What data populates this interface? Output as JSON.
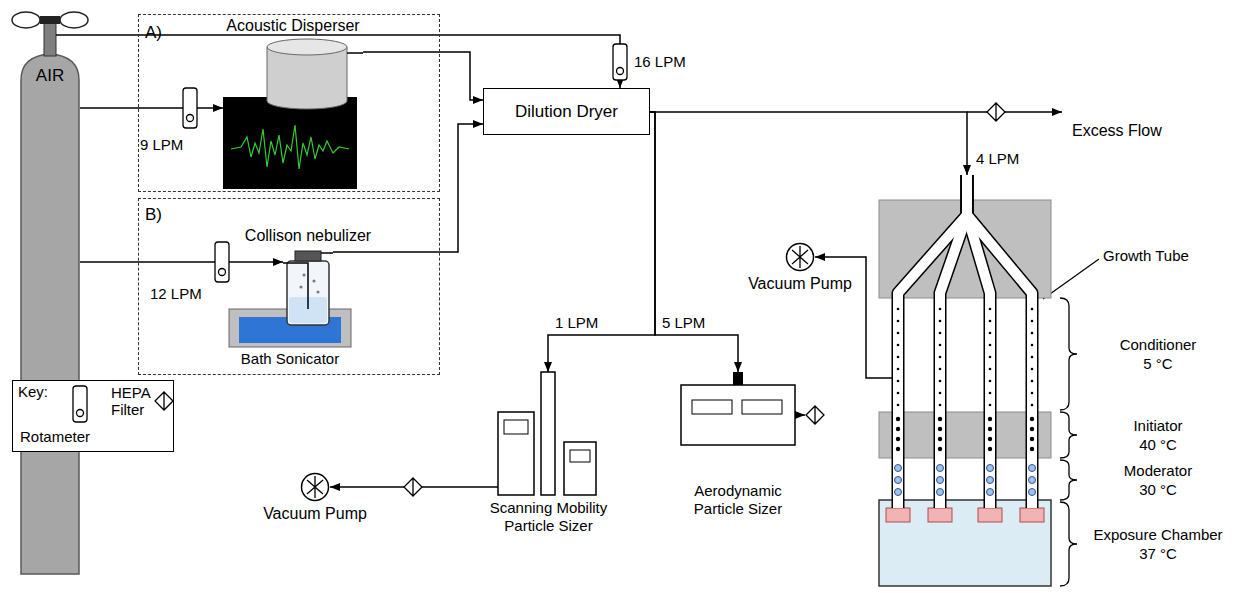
{
  "diagram": {
    "nodes": [
      {
        "text": [
          "AIR"
        ]
      },
      {
        "text": [
          "A)"
        ]
      },
      {
        "text": [
          "Acoustic Disperser"
        ],
        "in": 1
      },
      {
        "text": [
          "B)"
        ]
      },
      {
        "text": [
          "Collison nebulizer"
        ],
        "in": 3
      },
      {
        "text": [
          "Bath Sonicator"
        ],
        "in": 3
      },
      {
        "text": [
          "Dilution Dryer"
        ]
      },
      {
        "text": [
          "Vacuum Pump"
        ]
      },
      {
        "text": [
          "Scanning Mobility Particle Sizer"
        ]
      },
      {
        "text": [
          "Aerodynamic Particle Sizer"
        ]
      },
      {
        "text": [
          "Vacuum Pump"
        ]
      },
      {
        "text": [
          "Growth Tube"
        ]
      }
    ],
    "edges": [
      {
        "from": 0,
        "to": 6,
        "label": "16 LPM",
        "arrow": "to"
      },
      {
        "from": 0,
        "to": 2,
        "label": "9 LPM",
        "arrow": "to"
      },
      {
        "from": 0,
        "to": 4,
        "label": "12 LPM",
        "arrow": "to"
      },
      {
        "from": 2,
        "to": 6,
        "arrow": "to"
      },
      {
        "from": 4,
        "to": 6,
        "arrow": "to"
      },
      {
        "from": 6,
        "to": 8,
        "label": "1 LPM",
        "arrow": "to"
      },
      {
        "from": 6,
        "to": 9,
        "label": "5 LPM",
        "arrow": "to"
      },
      {
        "from": 6,
        "to": 11,
        "label": "4 LPM",
        "arrow": "to"
      },
      {
        "from": 8,
        "to": 10,
        "arrow": "to"
      },
      {
        "from": 11,
        "to": 7,
        "arrow": "to"
      }
    ],
    "labels": [
      "Excess Flow",
      "Key:",
      "Conditioner 5 °C",
      "Initiator 40 °C",
      "Moderator 30 °C",
      "Exposure Chamber 37 °C"
    ],
    "legend": [
      {
        "text": "Rotameter"
      },
      {
        "text": "HEPA Filter"
      }
    ]
  }
}
